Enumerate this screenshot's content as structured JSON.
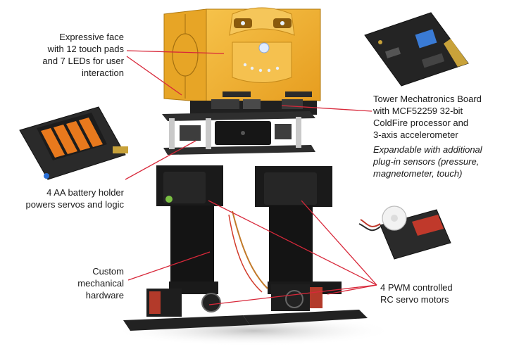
{
  "callouts": {
    "face": {
      "lines": [
        "Expressive face",
        "with 12 touch pads",
        "and 7 LEDs for user",
        "interaction"
      ]
    },
    "board": {
      "lines": [
        "Tower Mechatronics Board",
        "with MCF52259 32-bit",
        "ColdFire processor and",
        "3-axis accelerometer"
      ],
      "note_lines": [
        "Expandable with additional",
        "plug-in sensors (pressure,",
        "magnetometer, touch)"
      ]
    },
    "battery": {
      "lines": [
        "4 AA battery holder",
        "powers servos and logic"
      ]
    },
    "hardware": {
      "lines": [
        "Custom",
        "mechanical",
        "hardware"
      ]
    },
    "servos": {
      "lines": [
        "4 PWM controlled",
        "RC servo motors"
      ]
    }
  },
  "colors": {
    "leader": "#d8283a",
    "face_panel": "#f2b431",
    "bracket": "#1e1e1e",
    "pcb": "#2a2a2a",
    "battery": "#e8791d"
  }
}
